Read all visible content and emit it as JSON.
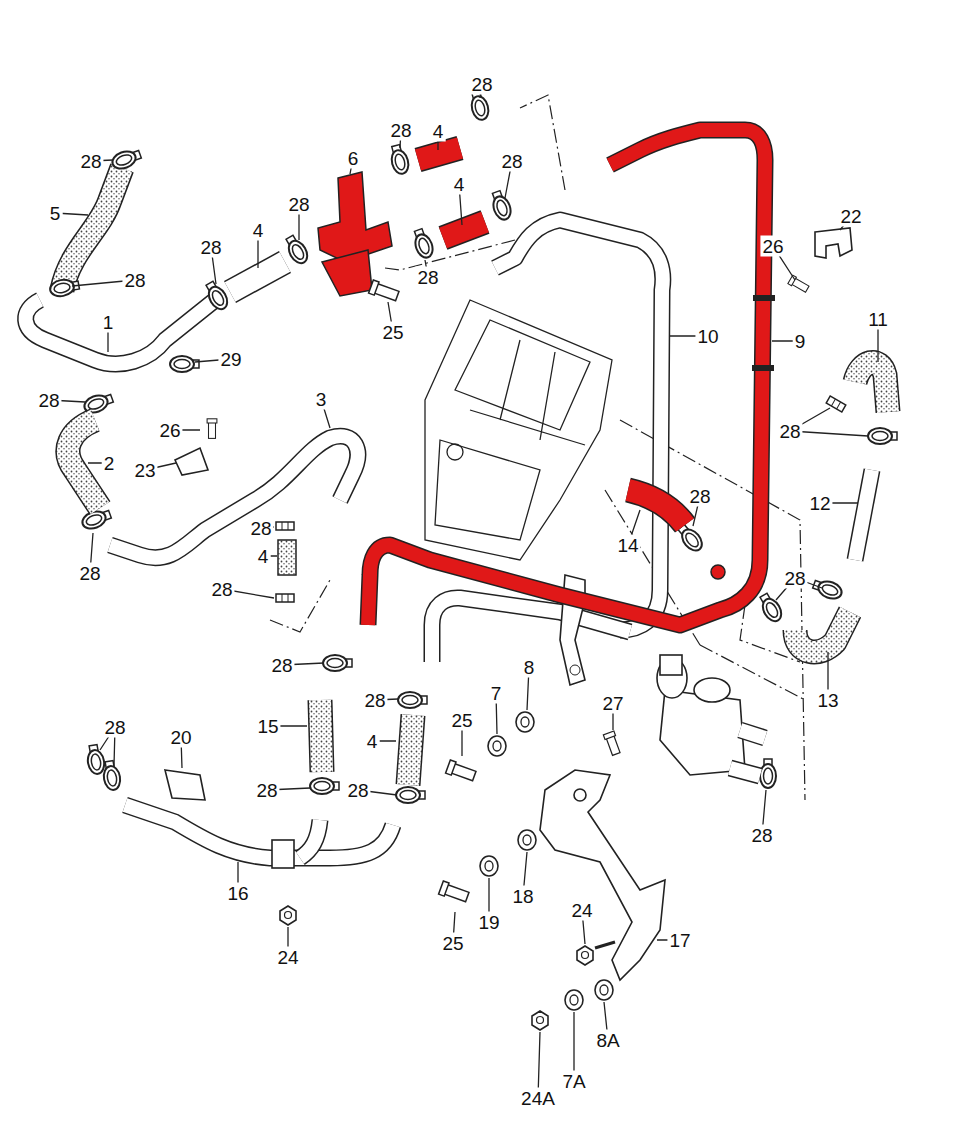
{
  "diagram": {
    "labels": [
      "28",
      "28",
      "4",
      "28",
      "6",
      "28",
      "4",
      "28",
      "5",
      "22",
      "4",
      "28",
      "26",
      "28",
      "28",
      "1",
      "11",
      "25",
      "10",
      "9",
      "29",
      "28",
      "3",
      "26",
      "28",
      "2",
      "23",
      "28",
      "12",
      "28",
      "14",
      "4",
      "28",
      "28",
      "28",
      "28",
      "8",
      "7",
      "28",
      "13",
      "27",
      "25",
      "15",
      "28",
      "20",
      "4",
      "28",
      "28",
      "28",
      "16",
      "18",
      "24",
      "19",
      "17",
      "25",
      "24",
      "8A",
      "7A",
      "24A"
    ]
  }
}
